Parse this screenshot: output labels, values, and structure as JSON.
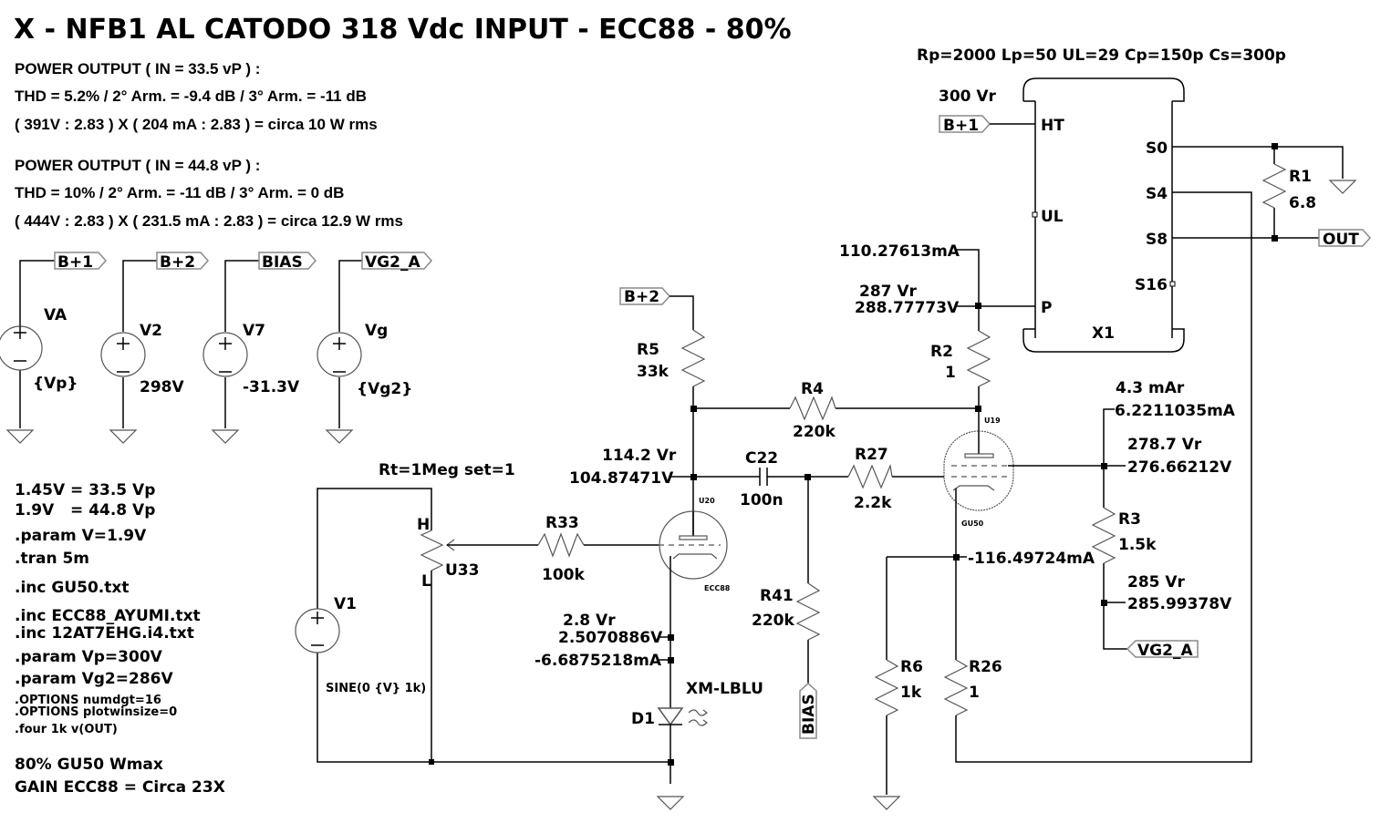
{
  "title": "X - NFB1 AL CATODO 318 Vdc INPUT - ECC88 - 80%",
  "notes": {
    "power1_header": "POWER OUTPUT ( IN = 33.5 vP )  :",
    "power1_thd": "THD = 5.2% / 2° Arm. = -9.4 dB / 3° Arm. = -11 dB",
    "power1_calc": "( 391V : 2.83 ) X ( 204 mA : 2.83 ) = circa 10 W rms",
    "power2_header": "POWER OUTPUT ( IN = 44.8 vP )  :",
    "power2_thd": "THD = 10% / 2° Arm. = -11 dB / 3° Arm. = 0 dB",
    "power2_calc": "( 444V : 2.83 ) X ( 231.5 mA : 2.83 ) = circa 12.9 W rms"
  },
  "directives": {
    "line1": "1.45V = 33.5 Vp",
    "line2": "1.9V   = 44.8 Vp",
    "param_v": ".param V=1.9V",
    "tran": ".tran 5m",
    "inc_gu50": ".inc GU50.txt",
    "inc_ecc88": ".inc ECC88_AYUMI.txt",
    "inc_12at7": ".inc 12AT7EHG.i4.txt",
    "param_vp": ".param Vp=300V",
    "param_vg2": ".param Vg2=286V",
    "opt_numdgt": ".OPTIONS numdgt=16",
    "opt_plotwin": ".OPTIONS plotwinsize=0",
    "four": ".four 1k v(OUT)",
    "wmax": "80% GU50 Wmax",
    "gain": "GAIN ECC88 = Circa 23X"
  },
  "supplies": [
    {
      "name": "VA",
      "value": "{Vp}",
      "net": "B+1"
    },
    {
      "name": "V2",
      "value": "298V",
      "net": "B+2"
    },
    {
      "name": "V7",
      "value": "-31.3V",
      "net": "BIAS"
    },
    {
      "name": "Vg",
      "value": "{Vg2}",
      "net": "VG2_A"
    }
  ],
  "transformer": {
    "params": "Rp=2000 Lp=50 UL=29 Cp=150p Cs=300p",
    "name": "X1",
    "pins": {
      "ht": "HT",
      "ul": "UL",
      "p": "P",
      "s0": "S0",
      "s4": "S4",
      "s8": "S8",
      "s16": "S16"
    },
    "ht_net": "B+1",
    "ht_reading": "300 Vr"
  },
  "components": {
    "r1": {
      "name": "R1",
      "value": "6.8"
    },
    "r2": {
      "name": "R2",
      "value": "1"
    },
    "r3": {
      "name": "R3",
      "value": "1.5k"
    },
    "r4": {
      "name": "R4",
      "value": "220k"
    },
    "r5": {
      "name": "R5",
      "value": "33k"
    },
    "r6": {
      "name": "R6",
      "value": "1k"
    },
    "r26": {
      "name": "R26",
      "value": "1"
    },
    "r27": {
      "name": "R27",
      "value": "2.2k"
    },
    "r33": {
      "name": "R33",
      "value": "100k"
    },
    "r41": {
      "name": "R41",
      "value": "220k"
    },
    "c22": {
      "name": "C22",
      "value": "100n"
    },
    "d1": {
      "name": "D1",
      "value": "XM-LBLU"
    },
    "u20": {
      "name": "U20",
      "model": "ECC88"
    },
    "u19": {
      "name": "U19",
      "model": "GU50"
    },
    "u33": {
      "name": "U33",
      "params": "Rt=1Meg set=1",
      "pin_h": "H",
      "pin_l": "L"
    },
    "v1": {
      "name": "V1",
      "value": "SINE(0 {V} 1k)"
    }
  },
  "nets": {
    "b2": "B+2",
    "bias": "BIAS",
    "vg2a": "VG2_A",
    "out": "OUT"
  },
  "readings": {
    "plate_current": "110.27613mA",
    "plate_vr": "287 Vr",
    "plate_v": "288.77773V",
    "ecc_plate_vr": "114.2 Vr",
    "ecc_plate_v": "104.87471V",
    "ecc_cathode_vr": "2.8 Vr",
    "ecc_cathode_v": "2.5070886V",
    "ecc_cathode_i": "-6.6875218mA",
    "g2_ir": "4.3 mAr",
    "g2_i": "6.2211035mA",
    "g2_vr": "278.7 Vr",
    "g2_v": "276.66212V",
    "cath_i": "-116.49724mA",
    "vg2_vr": "285 Vr",
    "vg2_v": "285.99378V"
  }
}
